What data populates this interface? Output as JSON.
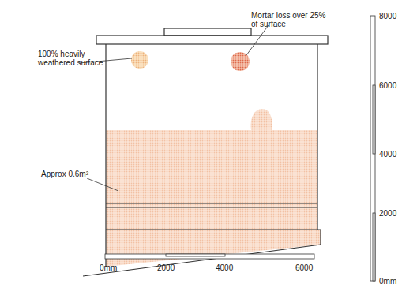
{
  "diagram": {
    "labels": [
      "100% heavily weathered surface",
      "Mortar loss over 25% of surface",
      "Approx 0.6m²",
      "0mm",
      "2000",
      "4000",
      "6000",
      "8000",
      "6000",
      "4000",
      "2000",
      "0mm"
    ]
  }
}
